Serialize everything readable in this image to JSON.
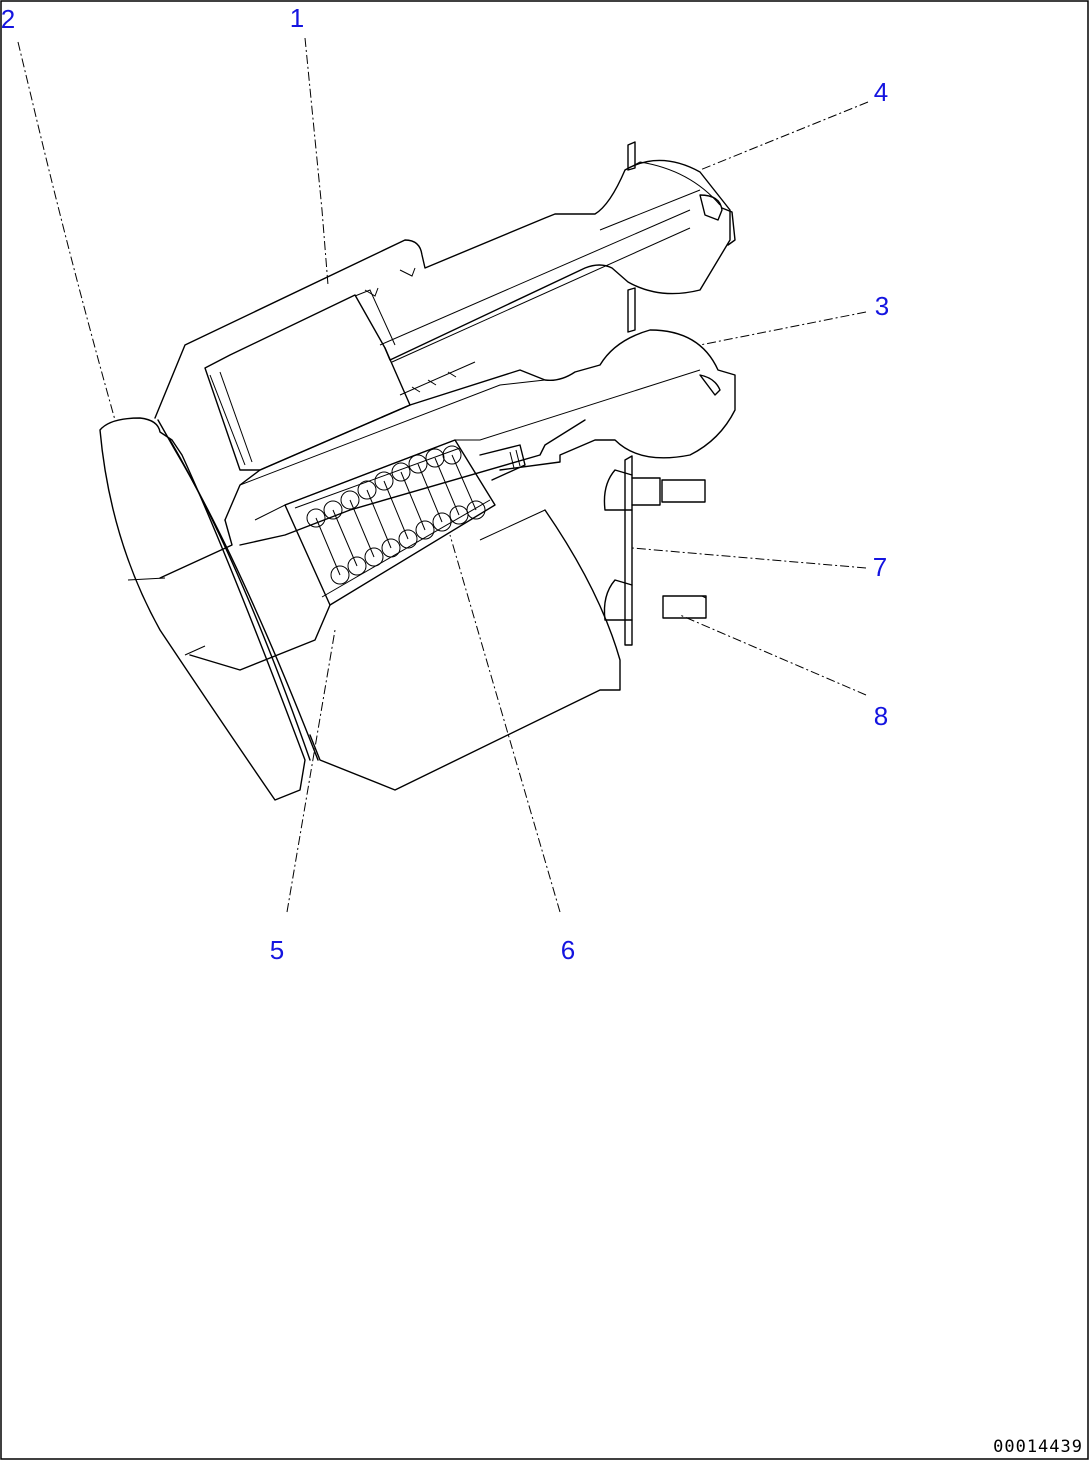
{
  "drawing_id": "00014439",
  "callouts": [
    "1",
    "2",
    "3",
    "4",
    "5",
    "6",
    "7",
    "8"
  ]
}
